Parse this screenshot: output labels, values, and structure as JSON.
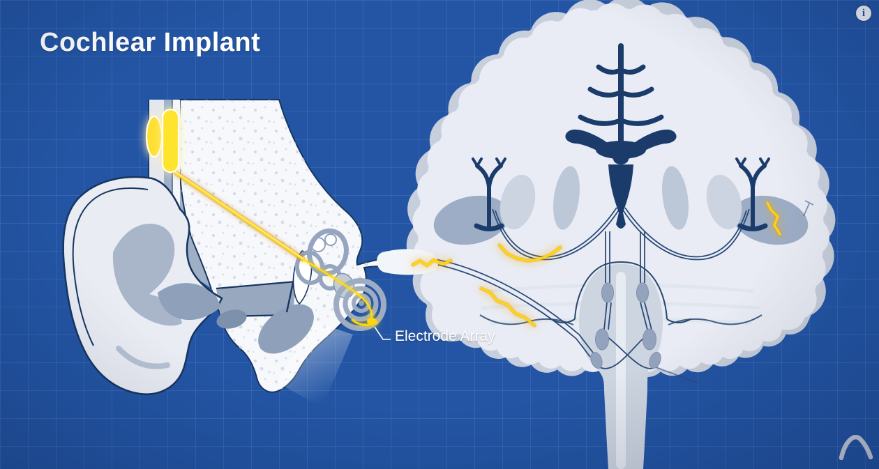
{
  "header": {
    "title": "Cochlear Implant",
    "info_icon": {
      "name": "info-icon",
      "glyph": "i"
    }
  },
  "labels": {
    "electrode_array": "Electrode Array"
  },
  "branding": {
    "logo_icon": "arch-logo-icon"
  },
  "colors": {
    "background": "#2355a4",
    "grid_line": "rgba(170,200,255,0.13)",
    "outline_navy": "#16355f",
    "structure_navy": "#1b3c6b",
    "brain_fill": "#e9ecf4",
    "brain_halo": "#c7cfdc",
    "flesh_gray": "#9fb0c6",
    "cavity_gray": "#8fa0bb",
    "bone_white": "#f7f8fb",
    "implant_yellow": "#ffdf2e",
    "signal_yellow": "#ffd50a",
    "glow_orange": "#f0a70a",
    "text_white": "#ffffff"
  }
}
